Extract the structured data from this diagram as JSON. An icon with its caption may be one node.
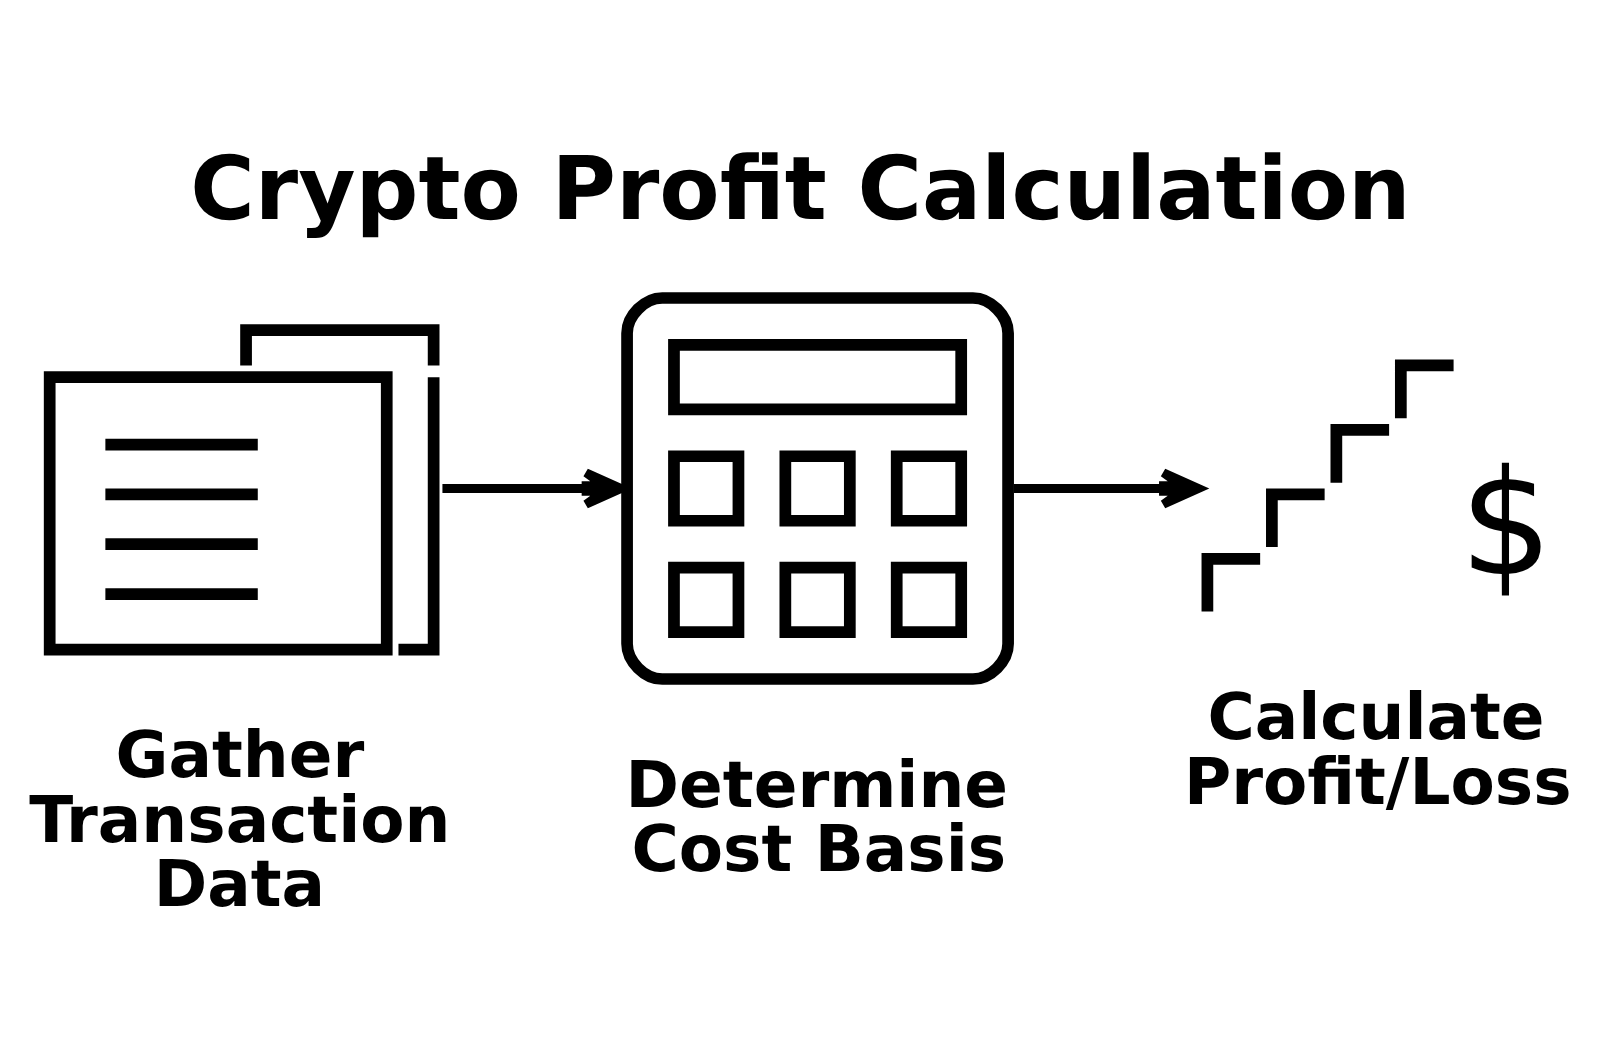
{
  "diagram": {
    "title": "Crypto Profit Calculation",
    "nodes": [
      {
        "text": [],
        "shape": "picture",
        "beside": [
          "Gather Transaction Data"
        ]
      },
      {
        "text": [],
        "shape": "picture",
        "beside": [
          "Determine Cost Basis"
        ]
      },
      {
        "text": [
          "$"
        ],
        "beside": [
          "Calculate Profit/Loss"
        ]
      }
    ],
    "edges": [
      {
        "from": 0,
        "to": 1,
        "arrow": "to"
      },
      {
        "from": 1,
        "to": 2,
        "arrow": "to"
      }
    ]
  }
}
